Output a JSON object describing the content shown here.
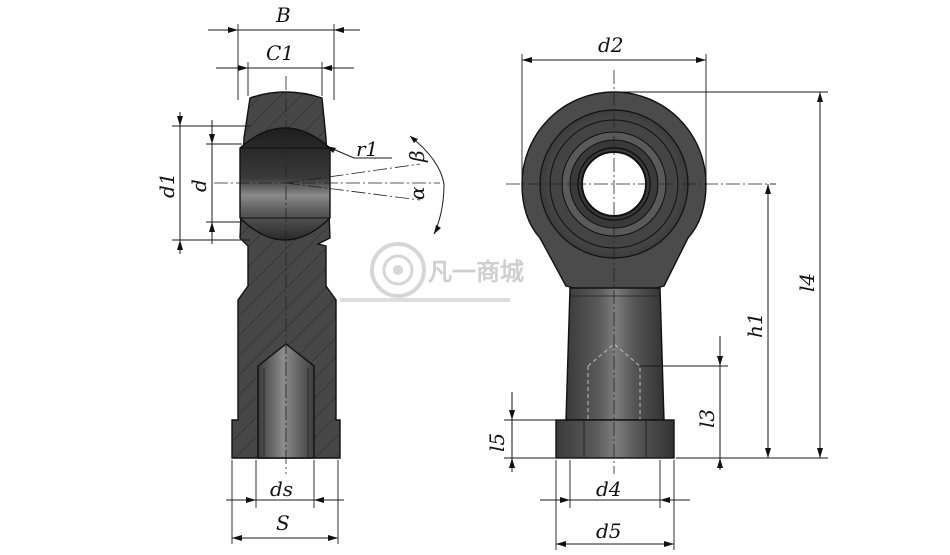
{
  "side_view": {
    "labels": {
      "B": "B",
      "C1": "C1",
      "d1": "d1",
      "d": "d",
      "r1": "r1",
      "beta": "β",
      "alpha": "α",
      "ds": "ds",
      "S": "S"
    }
  },
  "front_view": {
    "labels": {
      "d2": "d2",
      "l4": "l4",
      "h1": "h1",
      "l3": "l3",
      "l5": "l5",
      "d4": "d4",
      "d5": "d5"
    }
  },
  "watermark": {
    "text": "凡一商城"
  },
  "colors": {
    "body": "#4a4a4a",
    "body_light": "#6b6b6b",
    "ball_dark": "#2e2e2e",
    "line": "#111111",
    "watermark": "#cfcfcf"
  }
}
